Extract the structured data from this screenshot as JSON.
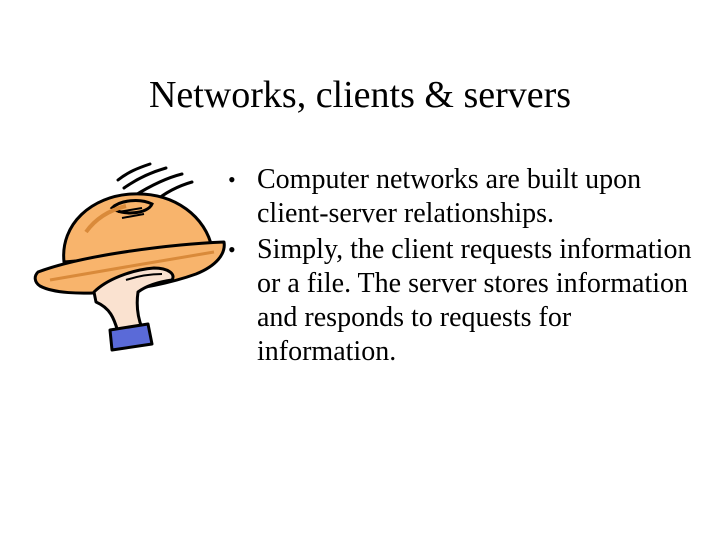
{
  "slide": {
    "title": "Networks, clients & servers",
    "bullets": [
      {
        "marker": "•",
        "text": "Computer networks are built upon client-server relationships."
      },
      {
        "marker": "•",
        "text": "Simply, the client requests information or a file. The server stores information and responds to requests for information."
      }
    ]
  },
  "illustration": {
    "name": "serving-dish-clipart",
    "colors": {
      "dome": "#f8b46c",
      "dome_shadow": "#d98a3a",
      "hand": "#fae2d0",
      "cuff": "#5a6ad8",
      "outline": "#000000"
    }
  }
}
